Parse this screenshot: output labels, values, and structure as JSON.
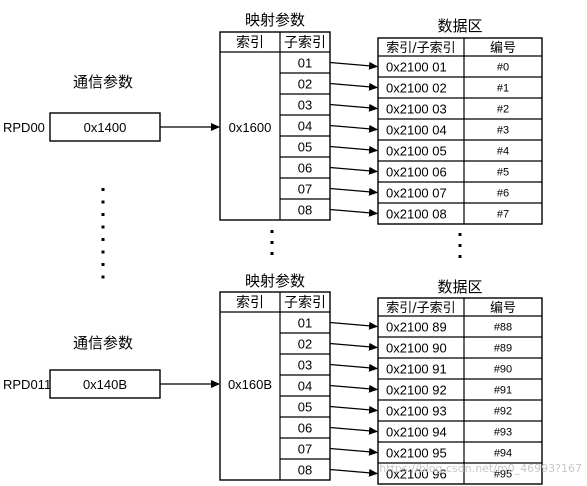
{
  "groups": [
    {
      "pdo_label": "RPD00",
      "comm_title": "通信参数",
      "comm_value": "0x1400",
      "map_title": "映射参数",
      "map_header_index": "索引",
      "map_header_subindex": "子索引",
      "map_index_value": "0x1600",
      "subindices": [
        "01",
        "02",
        "03",
        "04",
        "05",
        "06",
        "07",
        "08"
      ],
      "data_title": "数据区",
      "data_header_addr": "索引/子索引",
      "data_header_num": "编号",
      "data_rows": [
        {
          "addr": "0x2100 01",
          "num": "#0"
        },
        {
          "addr": "0x2100 02",
          "num": "#1"
        },
        {
          "addr": "0x2100 03",
          "num": "#2"
        },
        {
          "addr": "0x2100 04",
          "num": "#3"
        },
        {
          "addr": "0x2100 05",
          "num": "#4"
        },
        {
          "addr": "0x2100 06",
          "num": "#5"
        },
        {
          "addr": "0x2100 07",
          "num": "#6"
        },
        {
          "addr": "0x2100 08",
          "num": "#7"
        }
      ]
    },
    {
      "pdo_label": "RPD011",
      "comm_title": "通信参数",
      "comm_value": "0x140B",
      "map_title": "映射参数",
      "map_header_index": "索引",
      "map_header_subindex": "子索引",
      "map_index_value": "0x160B",
      "subindices": [
        "01",
        "02",
        "03",
        "04",
        "05",
        "06",
        "07",
        "08"
      ],
      "data_title": "数据区",
      "data_header_addr": "索引/子索引",
      "data_header_num": "编号",
      "data_rows": [
        {
          "addr": "0x2100 89",
          "num": "#88"
        },
        {
          "addr": "0x2100 90",
          "num": "#89"
        },
        {
          "addr": "0x2100 91",
          "num": "#90"
        },
        {
          "addr": "0x2100 92",
          "num": "#91"
        },
        {
          "addr": "0x2100 93",
          "num": "#92"
        },
        {
          "addr": "0x2100 94",
          "num": "#93"
        },
        {
          "addr": "0x2100 95",
          "num": "#94"
        },
        {
          "addr": "0x2100 96",
          "num": "#95"
        }
      ]
    }
  ],
  "watermark": "https://blog.csdn.net/m0_46993?167"
}
